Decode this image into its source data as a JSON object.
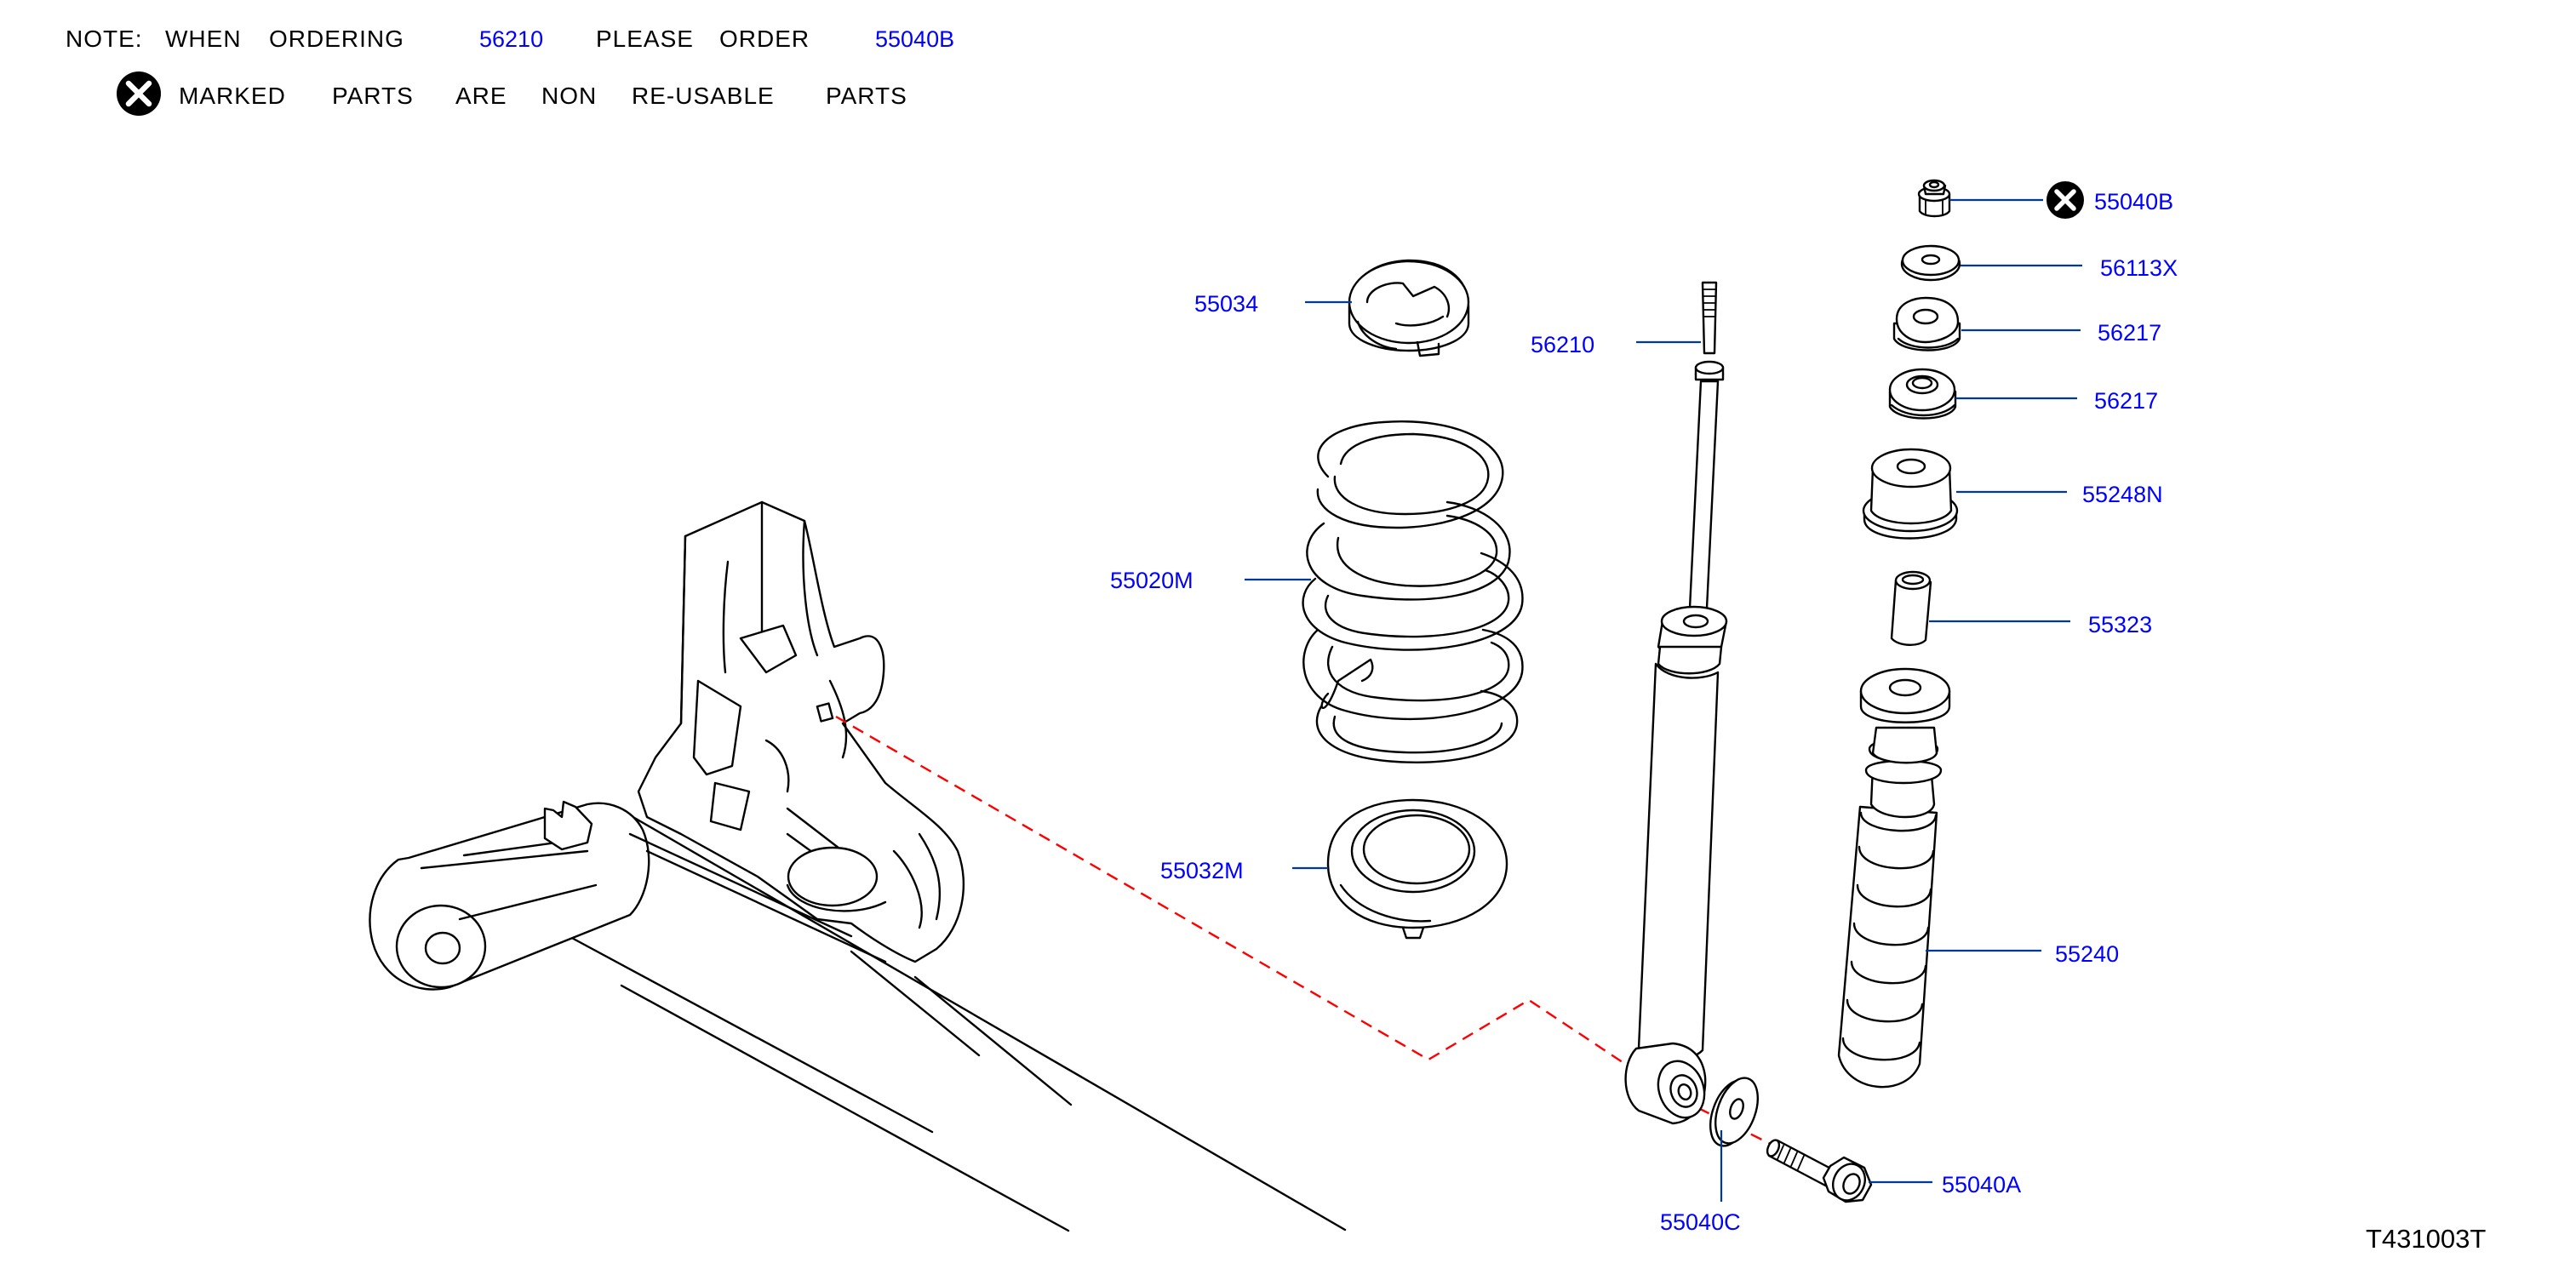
{
  "note": {
    "line1": {
      "note_label": "NOTE:",
      "when": "WHEN",
      "ordering": "ORDERING",
      "ordering_part": "56210",
      "please": "PLEASE",
      "order": "ORDER",
      "order_part": "55040B"
    },
    "line2": {
      "marked": "MARKED",
      "parts": "PARTS",
      "are": "ARE",
      "non": "NON",
      "reusable": "RE-USABLE",
      "parts2": "PARTS"
    }
  },
  "callouts": {
    "c55034": "55034",
    "c55020M": "55020M",
    "c55032M": "55032M",
    "c56210": "56210",
    "c55040B": "55040B",
    "c56113X": "56113X",
    "c56217a": "56217",
    "c56217b": "56217",
    "c55248N": "55248N",
    "c55323": "55323",
    "c55240": "55240",
    "c55040A": "55040A",
    "c55040C": "55040C"
  },
  "diagram_code": "T431003T",
  "colors": {
    "callout_text": "#0000ff",
    "leader_line": "#003a99",
    "dashed_path": "#ff0000",
    "linework": "#000000"
  },
  "icons": {
    "non_reusable_marker": "circled-x-icon"
  }
}
